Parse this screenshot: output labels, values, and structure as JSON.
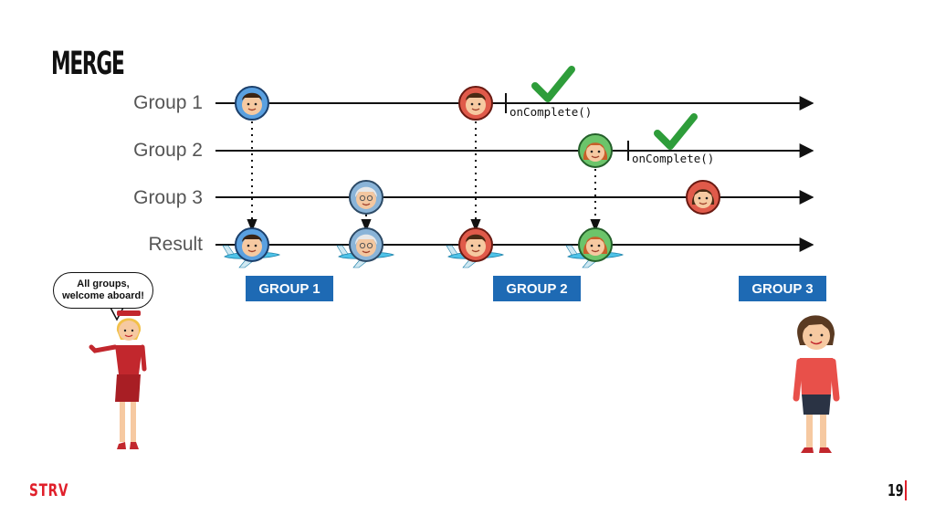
{
  "title": "MERGE",
  "rows": [
    {
      "label": "Group 1"
    },
    {
      "label": "Group 2"
    },
    {
      "label": "Group 3"
    },
    {
      "label": "Result"
    }
  ],
  "complete_label_1": "onComplete()",
  "complete_label_2": "onComplete()",
  "groups": [
    "GROUP 1",
    "GROUP 2",
    "GROUP 3"
  ],
  "speech": {
    "line1": "All groups,",
    "line2": "welcome aboard!"
  },
  "brand": "STRV",
  "page_number": "19",
  "colors": {
    "accent_blue": "#1e6ab4",
    "brand_red": "#e0202b",
    "check_green": "#2e9d3a",
    "line": "#111111"
  }
}
